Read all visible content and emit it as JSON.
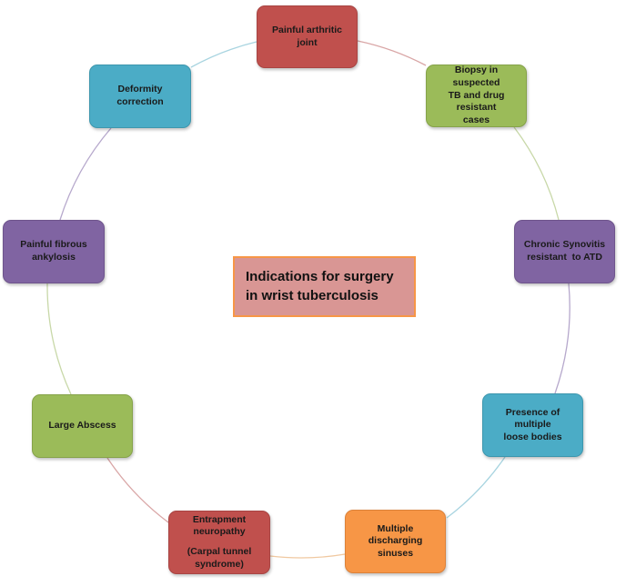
{
  "center": {
    "line1": "Indications for surgery",
    "line2": "in wrist tuberculosis"
  },
  "nodes": [
    {
      "lines": [
        "Painful arthritic joint"
      ],
      "color": "#c0504d"
    },
    {
      "lines": [
        "Biopsy in suspected",
        "TB and drug resistant",
        "cases"
      ],
      "color": "#9bbb59"
    },
    {
      "lines": [
        "Chronic Synovitis",
        "resistant  to ATD"
      ],
      "color": "#8064a2"
    },
    {
      "lines": [
        "Presence of multiple",
        "loose bodies"
      ],
      "color": "#4bacc6"
    },
    {
      "lines": [
        "Multiple discharging",
        "sinuses"
      ],
      "color": "#f79646"
    },
    {
      "lines": [
        "Entrapment",
        "neuropathy",
        "(Carpal tunnel",
        "syndrome)"
      ],
      "color": "#c0504d"
    },
    {
      "lines": [
        "Large Abscess"
      ],
      "color": "#9bbb59"
    },
    {
      "lines": [
        "Painful fibrous",
        "ankylosis"
      ],
      "color": "#8064a2"
    },
    {
      "lines": [
        "Deformity correction"
      ],
      "color": "#4bacc6"
    }
  ],
  "connector_colors": [
    "#d9a6a6",
    "#c8d8a8",
    "#b6a8cc",
    "#a8d4e0",
    "#f0c8a0",
    "#d9a6a6",
    "#c8d8a8",
    "#b6a8cc",
    "#a8d4e0"
  ]
}
